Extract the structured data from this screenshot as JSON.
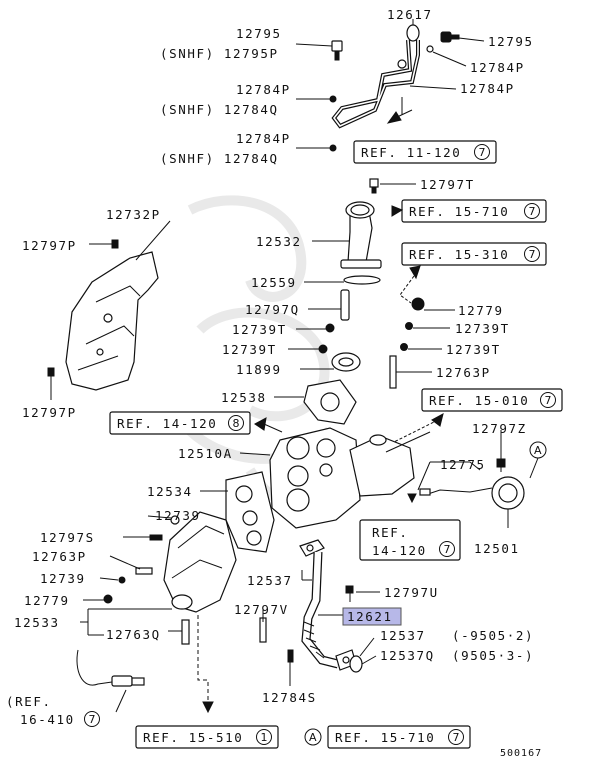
{
  "labels": {
    "p12795_top": "12795",
    "p12795p_snhf": "(SNHF) 12795P",
    "p12617": "12617",
    "p12795_right": "12795",
    "p12784p_a": "12784P",
    "p12784p_b": "12784P",
    "p12784q_snhf_a": "(SNHF) 12784Q",
    "p12784p_c": "12784P",
    "p12784p_d": "12784P",
    "p12784q_snhf_b": "(SNHF) 12784Q",
    "p12797t": "12797T",
    "p12732p": "12732P",
    "p12797p_top": "12797P",
    "p12532": "12532",
    "p12559": "12559",
    "p12797q": "12797Q",
    "p12779_r": "12779",
    "p12739t_a": "12739T",
    "p12739t_b": "12739T",
    "p12739t_c": "12739T",
    "p12739t_d": "12739T",
    "p11899": "11899",
    "p12763p_r": "12763P",
    "p12797p_bot": "12797P",
    "p12538": "12538",
    "p12510a": "12510A",
    "p12797z": "12797Z",
    "p12775": "12775",
    "p12534": "12534",
    "p12739_a": "12739",
    "p12797s": "12797S",
    "p12763p_l": "12763P",
    "p12739_b": "12739",
    "p12779_l": "12779",
    "p12533": "12533",
    "p12763q": "12763Q",
    "p12537_a": "12537",
    "p12797u": "12797U",
    "p12797v": "12797V",
    "p12621": "12621",
    "p12537_b": "12537",
    "p9505_a": "(-9505·2)",
    "p12537q": "12537Q",
    "p9505_b": "(9505·3-)",
    "p12784s": "12784S",
    "p12501": "12501",
    "ref14_410_a": "(REF.",
    "ref14_410_b": "16-410",
    "ref14_120b_a": "REF.",
    "ref14_120b_b": "14-120",
    "diagram_id": "500167",
    "callout_a": "A"
  },
  "refs": {
    "ref_11_120": "REF. 11-120",
    "ref_15_710_a": "REF. 15-710",
    "ref_15_310": "REF. 15-310",
    "ref_15_010": "REF. 15-010",
    "ref_14_120": "REF. 14-120",
    "ref_15_510": "REF. 15-510",
    "ref_15_710_b": "REF. 15-710"
  },
  "circles": {
    "c7a": "7",
    "c7b": "7",
    "c7c": "7",
    "c7d": "7",
    "c8": "8",
    "c1": "1",
    "c7e": "7",
    "c7f": "7",
    "c7g": "7"
  }
}
